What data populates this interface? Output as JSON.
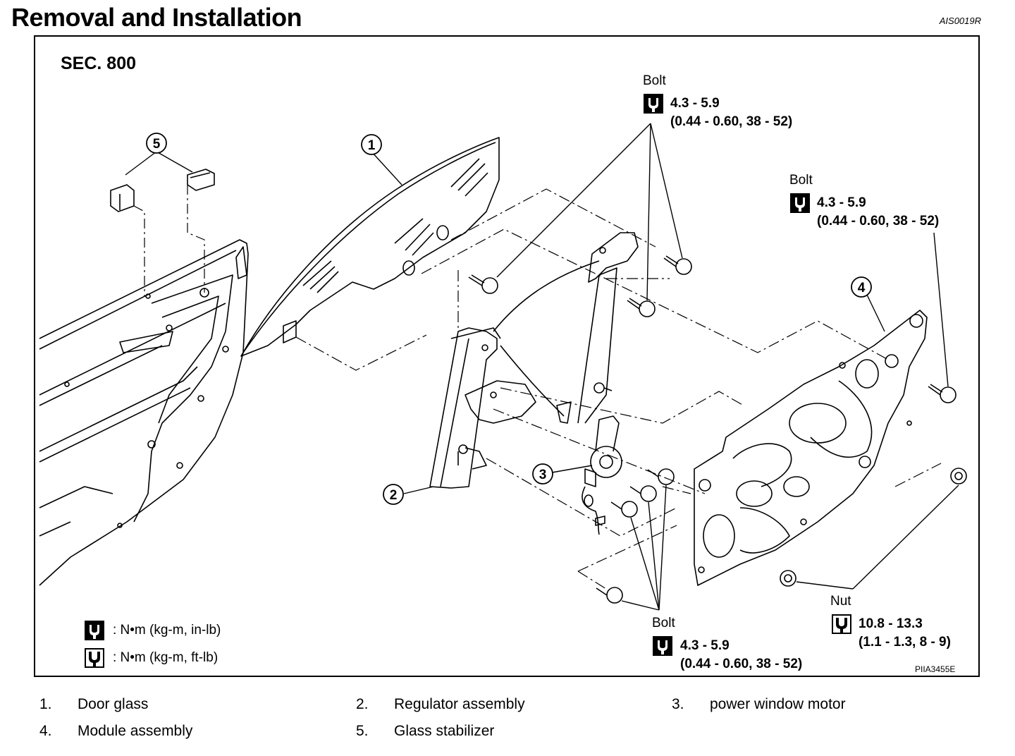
{
  "header": {
    "title": "Removal and Installation",
    "ref_code": "AIS0019R"
  },
  "diagram": {
    "section": "SEC. 800",
    "figure_code": "PIIA3455E",
    "callout_numbers": [
      "1",
      "2",
      "3",
      "4",
      "5"
    ],
    "callouts": {
      "bolt_top": {
        "label": "Bolt",
        "torque": "4.3 - 5.9",
        "units": "(0.44 - 0.60, 38 - 52)",
        "icon": "torque-wrench-icon"
      },
      "bolt_right": {
        "label": "Bolt",
        "torque": "4.3 - 5.9",
        "units": "(0.44 - 0.60, 38 - 52)",
        "icon": "torque-wrench-icon"
      },
      "bolt_bottom": {
        "label": "Bolt",
        "torque": "4.3 - 5.9",
        "units": "(0.44 - 0.60, 38 - 52)",
        "icon": "torque-wrench-icon"
      },
      "nut": {
        "label": "Nut",
        "torque": "10.8 - 13.3",
        "units": "(1.1 - 1.3, 8 - 9)",
        "icon": "torque-wrench-ft-icon"
      }
    },
    "legend": [
      {
        "icon": "torque-wrench-icon",
        "text": ": N•m  (kg-m,  in-lb)"
      },
      {
        "icon": "torque-wrench-ft-icon",
        "text": ": N•m  (kg-m,  ft-lb)"
      }
    ]
  },
  "parts": [
    {
      "num": "1.",
      "name": "Door glass"
    },
    {
      "num": "2.",
      "name": "Regulator assembly"
    },
    {
      "num": "3.",
      "name": "power window motor"
    },
    {
      "num": "4.",
      "name": "Module assembly"
    },
    {
      "num": "5.",
      "name": "Glass stabilizer"
    }
  ]
}
